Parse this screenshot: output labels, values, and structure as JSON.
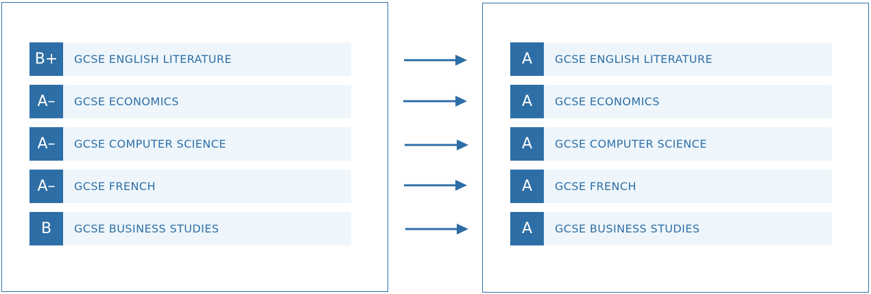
{
  "colors": {
    "accent": "#2e6ea6",
    "row_background": "#eef6fb",
    "badge_text": "#ffffff"
  },
  "before": {
    "rows": [
      {
        "grade": "B+",
        "subject": "GCSE ENGLISH LITERATURE"
      },
      {
        "grade": "A–",
        "subject": "GCSE ECONOMICS"
      },
      {
        "grade": "A–",
        "subject": "GCSE COMPUTER SCIENCE"
      },
      {
        "grade": "A–",
        "subject": "GCSE FRENCH"
      },
      {
        "grade": "B",
        "subject": "GCSE BUSINESS STUDIES"
      }
    ]
  },
  "after": {
    "rows": [
      {
        "grade": "A",
        "subject": "GCSE ENGLISH LITERATURE"
      },
      {
        "grade": "A",
        "subject": "GCSE ECONOMICS"
      },
      {
        "grade": "A",
        "subject": "GCSE COMPUTER SCIENCE"
      },
      {
        "grade": "A",
        "subject": "GCSE FRENCH"
      },
      {
        "grade": "A",
        "subject": "GCSE BUSINESS STUDIES"
      }
    ]
  },
  "connectors": [
    {
      "icon": "right-arrow-icon"
    },
    {
      "icon": "right-arrow-icon"
    },
    {
      "icon": "right-arrow-icon"
    },
    {
      "icon": "right-arrow-icon"
    },
    {
      "icon": "right-arrow-icon"
    }
  ]
}
